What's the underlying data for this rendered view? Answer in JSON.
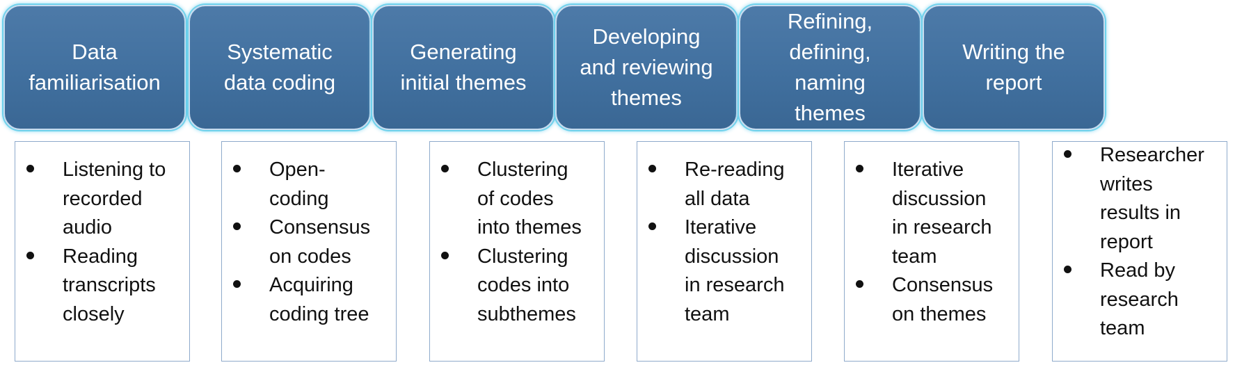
{
  "stages": [
    {
      "title": "Data\nfamiliarisation",
      "items": [
        "Listening to recorded audio",
        "Reading transcripts closely"
      ],
      "item_lines": [
        [
          "Listening to",
          "recorded",
          "audio"
        ],
        [
          "Reading",
          "transcripts",
          "closely"
        ]
      ]
    },
    {
      "title": "Systematic\ndata coding",
      "items": [
        "Open-coding",
        "Consensus on codes",
        "Acquiring coding tree"
      ],
      "item_lines": [
        [
          "Open-",
          "coding"
        ],
        [
          "Consensus",
          "on codes"
        ],
        [
          "Acquiring",
          "coding tree"
        ]
      ]
    },
    {
      "title": "Generating\ninitial themes",
      "items": [
        "Clustering of codes into themes",
        "Clustering codes into subthemes"
      ],
      "item_lines": [
        [
          "Clustering",
          "of codes",
          "into themes"
        ],
        [
          "Clustering",
          "codes into",
          "subthemes"
        ]
      ]
    },
    {
      "title": "Developing\nand reviewing\nthemes",
      "items": [
        "Re-reading all data",
        "Iterative discussion in research team"
      ],
      "item_lines": [
        [
          "Re-reading",
          "all data"
        ],
        [
          "Iterative",
          "discussion",
          "in research",
          "team"
        ]
      ]
    },
    {
      "title": "Refining,\ndefining,\nnaming\nthemes",
      "items": [
        "Iterative discussion in research team",
        "Consensus on themes"
      ],
      "item_lines": [
        [
          "Iterative",
          "discussion",
          "in research",
          "team"
        ],
        [
          "Consensus",
          "on themes"
        ]
      ]
    },
    {
      "title": "Writing the\nreport",
      "items": [
        "Researcher writes results in report",
        "Read by research team"
      ],
      "item_lines": [
        [
          "Researcher",
          "writes",
          "results in",
          "report"
        ],
        [
          "Read by",
          "research",
          "team"
        ]
      ]
    }
  ],
  "colors": {
    "step_fill": "#41709f",
    "step_glow": "#6fd2ec",
    "arrow": "#5b9bd5",
    "box_border": "#8eaacb",
    "text": "#111111"
  }
}
